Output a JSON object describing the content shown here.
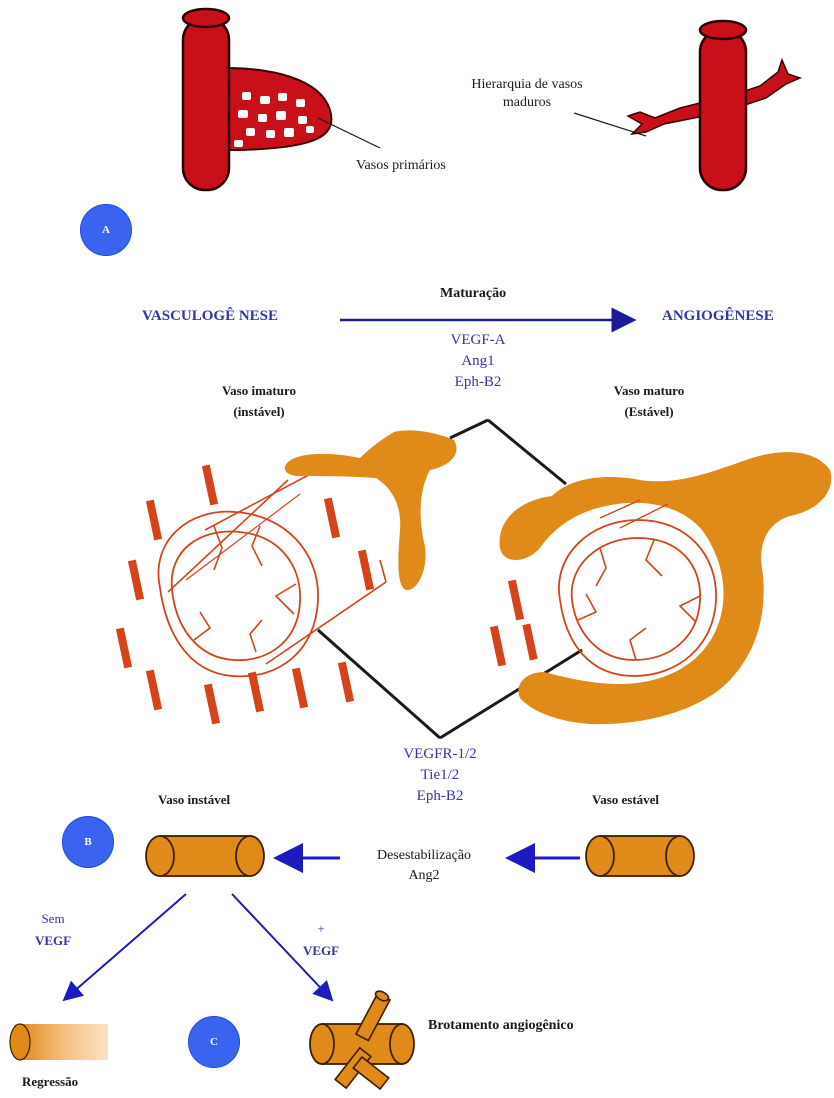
{
  "panel_badges": {
    "a": "A",
    "b": "B",
    "c": "C"
  },
  "panel_a": {
    "primary_vessels_label": "Vasos primários",
    "mature_hierarchy_label_line1": "Hierarquia de vasos",
    "mature_hierarchy_label_line2": "maduros"
  },
  "maturation": {
    "left_label": "VASCULOGÊ NESE",
    "right_label": "ANGIOGÊNESE",
    "arrow_label": "Maturação",
    "factors": [
      "VEGF-A",
      "Ang1",
      "Eph-B2"
    ]
  },
  "vessels": {
    "immature_title_line1": "Vaso imaturo",
    "immature_title_line2": "(instável)",
    "mature_title_line1": "Vaso maturo",
    "mature_title_line2": "(Estável)",
    "receptors": [
      "VEGFR-1/2",
      "Tie1/2",
      "Eph-B2"
    ]
  },
  "panel_b": {
    "unstable_label": "Vaso instável",
    "stable_label": "Vaso estável",
    "destabilization_line1": "Desestabilização",
    "destabilization_line2": "Ang2"
  },
  "panel_c": {
    "without_vegf_line1": "Sem",
    "without_vegf_line2": "VEGF",
    "with_vegf_line1": "+",
    "with_vegf_line2": "VEGF",
    "regression_label": "Regressão",
    "sprouting_label": "Brotamento angiogênico"
  },
  "colors": {
    "vessel_red": "#c8101a",
    "pericyte_orange": "#e08a1a",
    "endothelial_red": "#d4431a",
    "arrow_blue": "#1b1bbf",
    "text_blue": "#3434a8",
    "badge_blue": "#3a63f0"
  }
}
